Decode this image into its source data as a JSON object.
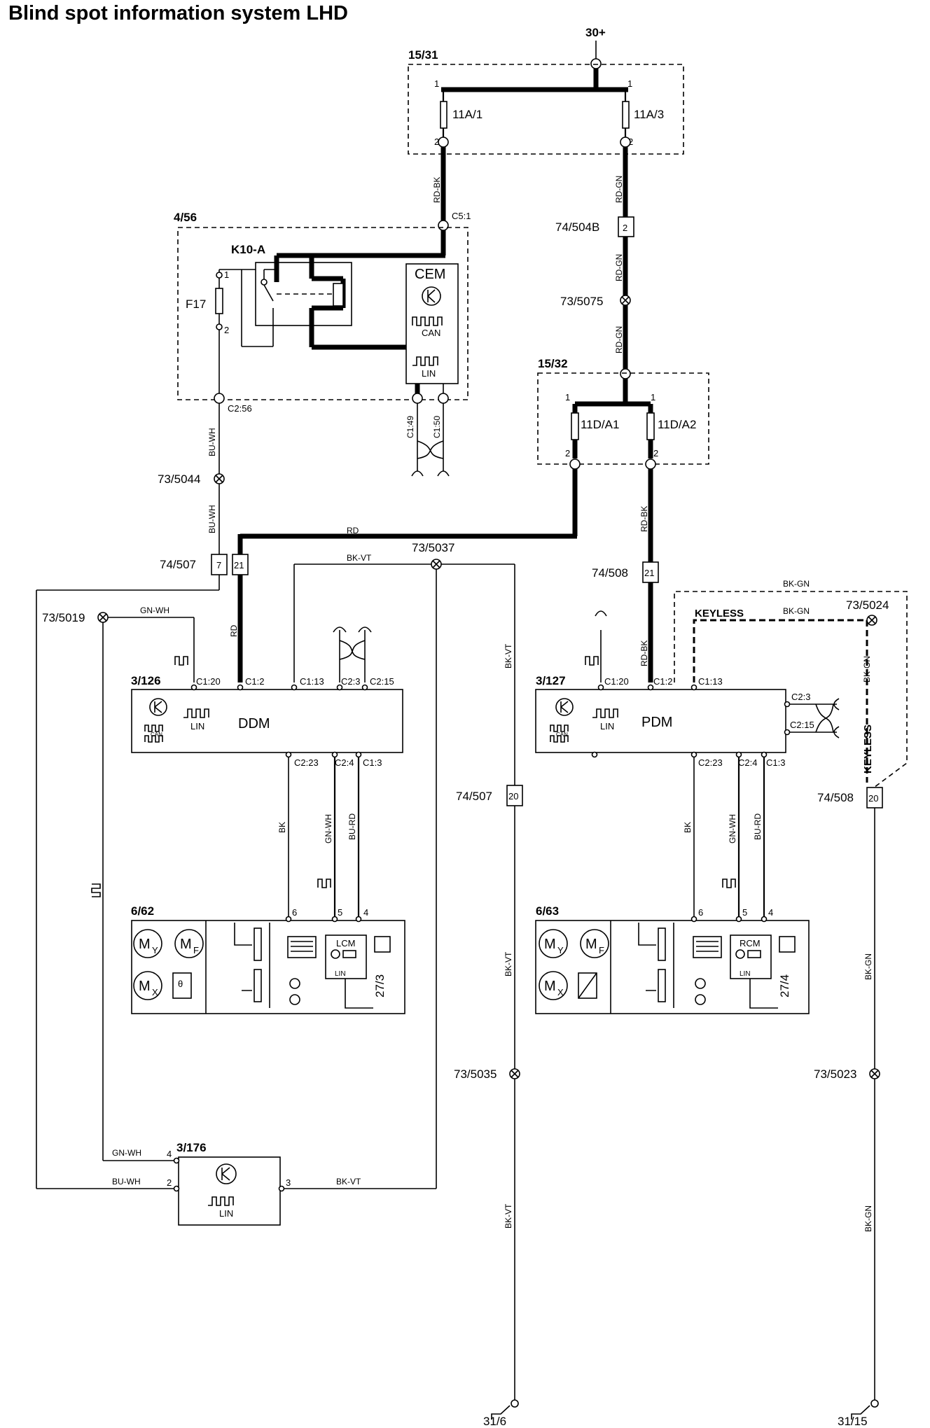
{
  "title": "Blind spot information system LHD",
  "supply": "30+",
  "fusebox_a": {
    "id": "15/31",
    "fuse1": "11A/1",
    "fuse2": "11A/3",
    "pin_top": "1",
    "pin_bottom": "2"
  },
  "wires": {
    "rd_bk": "RD-BK",
    "rd_gn": "RD-GN",
    "bu_wh": "BU-WH",
    "rd": "RD",
    "bk_vt": "BK-VT",
    "gn_wh": "GN-WH",
    "bk": "BK",
    "bu_rd": "BU-RD",
    "bk_gn": "BK-GN"
  },
  "cem_box": {
    "id": "4/56",
    "relay": "K10-A",
    "fuse": "F17",
    "module": "CEM",
    "can": "CAN",
    "lin": "LIN",
    "pin1": "1",
    "pin2": "2",
    "c5_1": "C5:1",
    "c2_56": "C2:56",
    "c1_49": "C1:49",
    "c1_50": "C1:50"
  },
  "connectors": {
    "c504b": "74/504B",
    "c504b_pin": "2",
    "s5075": "73/5075",
    "s5044": "73/5044",
    "c507": "74/507",
    "c507_pin7": "7",
    "c507_pin21": "21",
    "c507_pin20": "20",
    "s5037": "73/5037",
    "c508": "74/508",
    "c508_pin21": "21",
    "c508_pin20": "20",
    "s5019": "73/5019",
    "s5024": "73/5024",
    "s5035": "73/5035",
    "s5023": "73/5023"
  },
  "fusebox_b": {
    "id": "15/32",
    "fuse1": "11D/A1",
    "fuse2": "11D/A2",
    "pin_top": "1",
    "pin_bottom": "2"
  },
  "ddm": {
    "id": "3/126",
    "name": "DDM",
    "can": "CAN",
    "lin": "LIN",
    "c1_20": "C1:20",
    "c1_2": "C1:2",
    "c1_13": "C1:13",
    "c2_3": "C2:3",
    "c2_15": "C2:15",
    "c2_23": "C2:23",
    "c2_4": "C2:4",
    "c1_3": "C1:3"
  },
  "pdm": {
    "id": "3/127",
    "name": "PDM",
    "can": "CAN",
    "lin": "LIN",
    "c1_20": "C1:20",
    "c1_2": "C1:2",
    "c1_13": "C1:13",
    "c2_3": "C2:3",
    "c2_15": "C2:15",
    "c2_23": "C2:23",
    "c2_4": "C2:4",
    "c1_3": "C1:3",
    "keyless": "KEYLESS"
  },
  "mirror_left": {
    "id": "6/62",
    "cm": "LCM",
    "lamp": "27/3",
    "lin": "LIN",
    "pin6": "6",
    "pin5": "5",
    "pin4": "4",
    "my": "M",
    "my_sub": "Y",
    "mf": "M",
    "mf_sub": "F",
    "mx": "M",
    "mx_sub": "X"
  },
  "mirror_right": {
    "id": "6/63",
    "cm": "RCM",
    "lamp": "27/4",
    "lin": "LIN",
    "pin6": "6",
    "pin5": "5",
    "pin4": "4",
    "my": "M",
    "my_sub": "Y",
    "mf": "M",
    "mf_sub": "F",
    "mx": "M",
    "mx_sub": "X"
  },
  "module_176": {
    "id": "3/176",
    "lin": "LIN",
    "pin4": "4",
    "pin2": "2",
    "pin3": "3"
  },
  "grounds": {
    "left": "31/6",
    "right": "31/15"
  },
  "keyless_label": "KEYLESS"
}
